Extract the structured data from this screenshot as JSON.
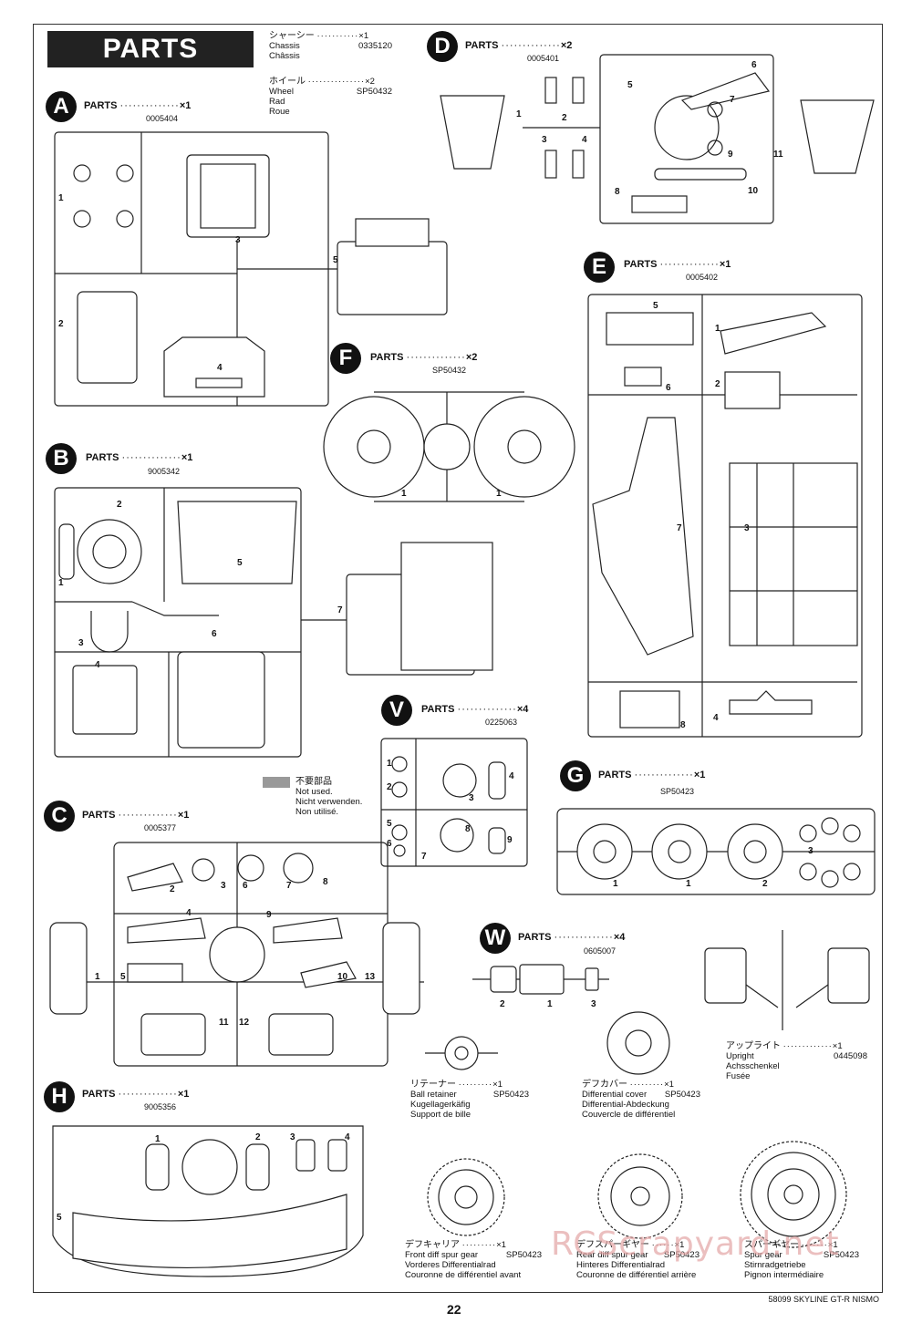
{
  "header": {
    "title": "PARTS"
  },
  "top_info": [
    {
      "jp": "シャーシー",
      "qty": "×1",
      "lines": [
        "Chassis",
        "Châssis"
      ],
      "code": "0335120"
    },
    {
      "jp": "ホイール",
      "qty": "×2",
      "lines": [
        "Wheel",
        "Rad",
        "Roue"
      ],
      "code": "SP50432"
    }
  ],
  "sections": {
    "A": {
      "letter": "A",
      "label": "PARTS",
      "qty": "×1",
      "code": "0005404",
      "numbers": [
        "1",
        "2",
        "3",
        "4",
        "5"
      ]
    },
    "B": {
      "letter": "B",
      "label": "PARTS",
      "qty": "×1",
      "code": "9005342",
      "numbers": [
        "1",
        "2",
        "3",
        "4",
        "5",
        "6",
        "7"
      ]
    },
    "C": {
      "letter": "C",
      "label": "PARTS",
      "qty": "×1",
      "code": "0005377",
      "numbers": [
        "1",
        "2",
        "3",
        "4",
        "5",
        "6",
        "7",
        "8",
        "9",
        "10",
        "11",
        "12",
        "13"
      ]
    },
    "D": {
      "letter": "D",
      "label": "PARTS",
      "qty": "×2",
      "code": "0005401",
      "numbers": [
        "1",
        "2",
        "3",
        "4",
        "5",
        "6",
        "7",
        "8",
        "9",
        "10",
        "11"
      ]
    },
    "E": {
      "letter": "E",
      "label": "PARTS",
      "qty": "×1",
      "code": "0005402",
      "numbers": [
        "1",
        "2",
        "3",
        "4",
        "5",
        "6",
        "7",
        "8"
      ]
    },
    "F": {
      "letter": "F",
      "label": "PARTS",
      "qty": "×2",
      "code": "SP50432",
      "numbers": [
        "1",
        "1"
      ]
    },
    "G": {
      "letter": "G",
      "label": "PARTS",
      "qty": "×1",
      "code": "SP50423",
      "numbers": [
        "1",
        "1",
        "2",
        "3"
      ]
    },
    "H": {
      "letter": "H",
      "label": "PARTS",
      "qty": "×1",
      "code": "9005356",
      "numbers": [
        "1",
        "2",
        "3",
        "4",
        "5"
      ]
    },
    "V": {
      "letter": "V",
      "label": "PARTS",
      "qty": "×4",
      "code": "0225063",
      "numbers": [
        "1",
        "2",
        "3",
        "4",
        "5",
        "6",
        "7",
        "8",
        "9"
      ]
    },
    "W": {
      "letter": "W",
      "label": "PARTS",
      "qty": "×4",
      "code": "0605007",
      "numbers": [
        "2",
        "1",
        "3"
      ]
    }
  },
  "legend": {
    "jp": "不要部品",
    "lines": [
      "Not used.",
      "Nicht verwenden.",
      "Non utilisé."
    ]
  },
  "loose_parts": [
    {
      "jp": "アップライト",
      "qty": "×1",
      "lines": [
        "Upright",
        "Achsschenkel",
        "Fusée"
      ],
      "code": "0445098"
    },
    {
      "jp": "リテーナー",
      "qty": "×1",
      "lines": [
        "Ball retainer",
        "Kugellagerkäfig",
        "Support de bille"
      ],
      "code": "SP50423"
    },
    {
      "jp": "デフカバー",
      "qty": "×1",
      "lines": [
        "Differential cover",
        "Differential-Abdeckung",
        "Couvercle de différentiel"
      ],
      "code": "SP50423"
    },
    {
      "jp": "デフキャリア",
      "qty": "×1",
      "lines": [
        "Front diff spur gear",
        "Vorderes Differentialrad",
        "Couronne de différentiel avant"
      ],
      "code": "SP50423"
    },
    {
      "jp": "デフスパーギヤー",
      "qty": "×1",
      "lines": [
        "Rear diff spur gear",
        "Hinteres Differentialrad",
        "Couronne de différentiel arrière"
      ],
      "code": "SP50423"
    },
    {
      "jp": "スパーギヤー",
      "qty": "×1",
      "lines": [
        "Spur gear",
        "Stirnradgetriebe",
        "Pignon intermédiaire"
      ],
      "code": "SP50423"
    }
  ],
  "page_number": "22",
  "footer": "58099 SKYLINE GT-R NISMO",
  "watermark": "RCScrapyard.net"
}
